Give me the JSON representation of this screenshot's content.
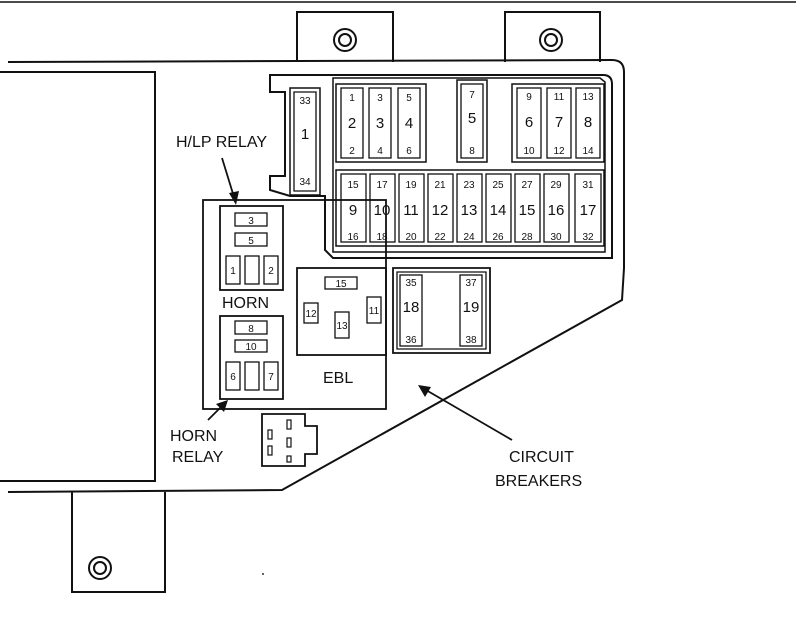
{
  "labels": {
    "hlp_relay": "H/LP RELAY",
    "horn": "HORN",
    "horn_relay_1": "HORN",
    "horn_relay_2": "RELAY",
    "ebl": "EBL",
    "circuit_1": "CIRCUIT",
    "circuit_2": "BREAKERS"
  },
  "top_fuses": {
    "f1": {
      "n": "1",
      "t": "33",
      "b": "34"
    },
    "f2": {
      "n": "2",
      "t": "1",
      "b": "2"
    },
    "f3": {
      "n": "3",
      "t": "3",
      "b": "4"
    },
    "f4": {
      "n": "4",
      "t": "5",
      "b": "6"
    },
    "f5": {
      "n": "5",
      "t": "7",
      "b": "8"
    },
    "f6": {
      "n": "6",
      "t": "9",
      "b": "10"
    },
    "f7": {
      "n": "7",
      "t": "11",
      "b": "12"
    },
    "f8": {
      "n": "8",
      "t": "13",
      "b": "14"
    }
  },
  "row_fuses": {
    "f9": {
      "n": "9",
      "t": "15",
      "b": "16"
    },
    "f10": {
      "n": "10",
      "t": "17",
      "b": "18"
    },
    "f11": {
      "n": "11",
      "t": "19",
      "b": "20"
    },
    "f12": {
      "n": "12",
      "t": "21",
      "b": "22"
    },
    "f13": {
      "n": "13",
      "t": "23",
      "b": "24"
    },
    "f14": {
      "n": "14",
      "t": "25",
      "b": "26"
    },
    "f15": {
      "n": "15",
      "t": "27",
      "b": "28"
    },
    "f16": {
      "n": "16",
      "t": "29",
      "b": "30"
    },
    "f17": {
      "n": "17",
      "t": "31",
      "b": "32"
    }
  },
  "breakers": {
    "f18": {
      "n": "18",
      "t": "35",
      "b": "36"
    },
    "f19": {
      "n": "19",
      "t": "37",
      "b": "38"
    }
  },
  "horn_relay_terms": {
    "t3": "3",
    "t5": "5",
    "t1": "1",
    "t2": "2"
  },
  "horn_relay2_terms": {
    "t8": "8",
    "t10": "10",
    "t6": "6",
    "t7": "7"
  },
  "ebl_terms": {
    "t15": "15",
    "t12": "12",
    "t13": "13",
    "t11": "11"
  }
}
